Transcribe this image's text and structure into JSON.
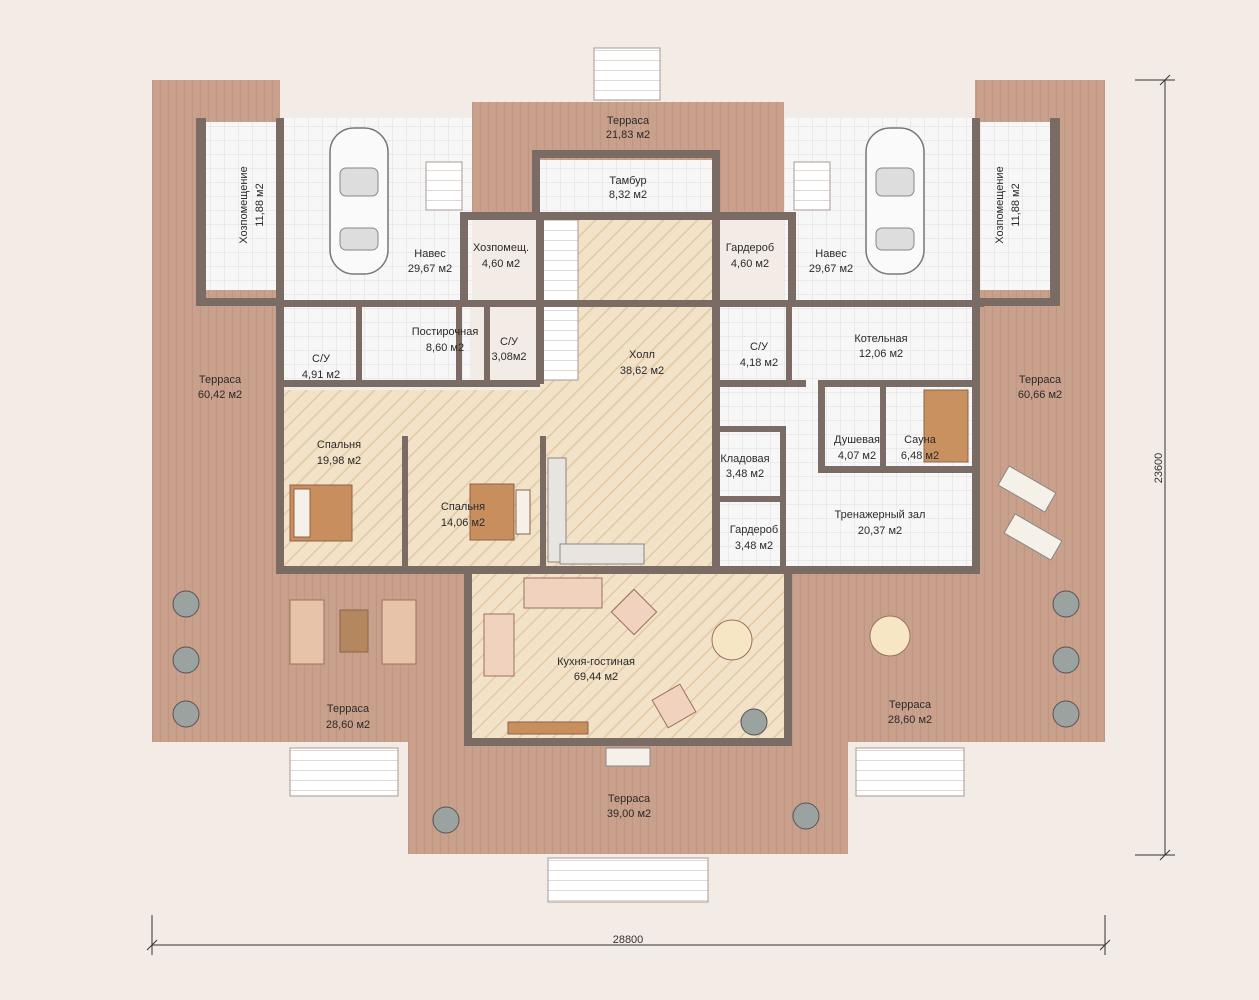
{
  "dimensions": {
    "width": "28800",
    "height": "23600"
  },
  "rooms": [
    {
      "id": "terrace-top",
      "name": "Терраса",
      "area": "21,83  м2"
    },
    {
      "id": "tambur",
      "name": "Тамбур",
      "area": "8,32  м2"
    },
    {
      "id": "storage-left",
      "name": "Хозпомещение",
      "area": "11,88  м2"
    },
    {
      "id": "canopy-left",
      "name": "Навес",
      "area": "29,67  м2"
    },
    {
      "id": "storage-small",
      "name": "Хозпомещ.",
      "area": "4,60  м2"
    },
    {
      "id": "wardrobe-top",
      "name": "Гардероб",
      "area": "4,60  м2"
    },
    {
      "id": "canopy-right",
      "name": "Навес",
      "area": "29,67  м2"
    },
    {
      "id": "storage-right",
      "name": "Хозпомещение",
      "area": "11,88  м2"
    },
    {
      "id": "laundry",
      "name": "Постирочная",
      "area": "8,60  м2"
    },
    {
      "id": "wc-left",
      "name": "С/У",
      "area": "4,91  м2"
    },
    {
      "id": "wc-mid",
      "name": "С/У",
      "area": "3,08м2"
    },
    {
      "id": "hall",
      "name": "Холл",
      "area": "38,62  м2"
    },
    {
      "id": "wc-right",
      "name": "С/У",
      "area": "4,18  м2"
    },
    {
      "id": "boiler",
      "name": "Котельная",
      "area": "12,06  м2"
    },
    {
      "id": "terrace-left",
      "name": "Терраса",
      "area": "60,42  м2"
    },
    {
      "id": "terrace-right",
      "name": "Терраса",
      "area": "60,66  м2"
    },
    {
      "id": "bedroom-1",
      "name": "Спальня",
      "area": "19,98  м2"
    },
    {
      "id": "bedroom-2",
      "name": "Спальня",
      "area": "14,06  м2"
    },
    {
      "id": "pantry",
      "name": "Кладовая",
      "area": "3,48  м2"
    },
    {
      "id": "shower",
      "name": "Душевая",
      "area": "4,07  м2"
    },
    {
      "id": "sauna",
      "name": "Сауна",
      "area": "6,48  м2"
    },
    {
      "id": "wardrobe-mid",
      "name": "Гардероб",
      "area": "3,48  м2"
    },
    {
      "id": "gym",
      "name": "Тренажерный  зал",
      "area": "20,37  м2"
    },
    {
      "id": "kitchen-living",
      "name": "Кухня-гостиная",
      "area": "69,44  м2"
    },
    {
      "id": "terrace-bl",
      "name": "Терраса",
      "area": "28,60  м2"
    },
    {
      "id": "terrace-br",
      "name": "Терраса",
      "area": "28,60  м2"
    },
    {
      "id": "terrace-bottom",
      "name": "Терраса",
      "area": "39,00  м2"
    }
  ]
}
